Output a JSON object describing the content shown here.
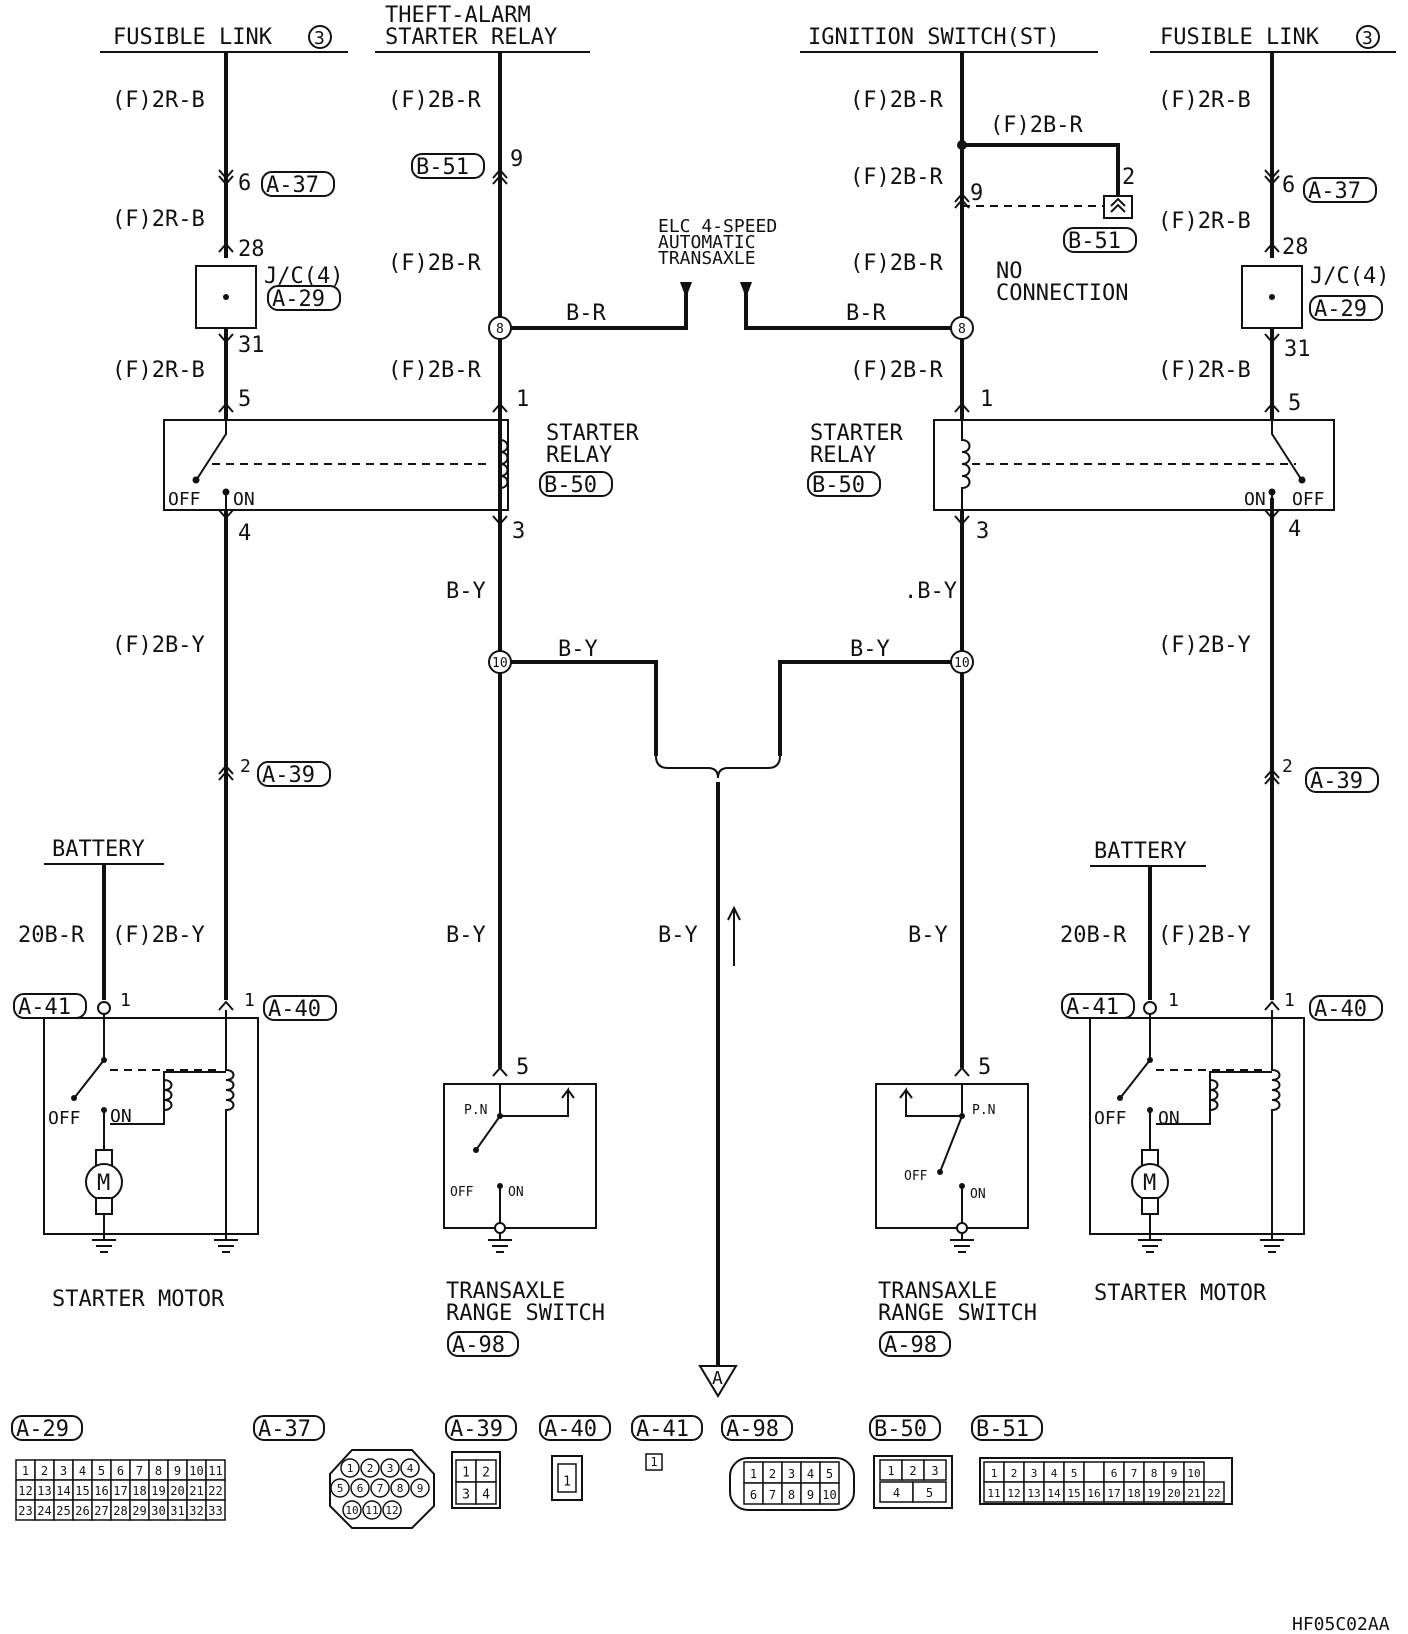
{
  "titles": {
    "fusible_link_left": "FUSIBLE LINK",
    "fusible_link_right": "FUSIBLE LINK",
    "fusible_num": "3",
    "theft_alarm_line1": "THEFT-ALARM",
    "theft_alarm_line2": "STARTER RELAY",
    "ignition_switch": "IGNITION SWITCH(ST)",
    "elc_line1": "ELC 4-SPEED",
    "elc_line2": "AUTOMATIC",
    "elc_line3": "TRANSAXLE",
    "no_connection_line1": "NO",
    "no_connection_line2": "CONNECTION",
    "starter_relay_line1": "STARTER",
    "starter_relay_line2": "RELAY",
    "battery": "BATTERY",
    "starter_motor": "STARTER MOTOR",
    "trs_line1": "TRANSAXLE",
    "trs_line2": "RANGE SWITCH",
    "jc": "J/C(4)"
  },
  "wires": {
    "f2rb": "(F)2R-B",
    "f2br": "(F)2B-R",
    "f2by": "(F)2B-Y",
    "br": "B-R",
    "by": "B-Y",
    "by_dot": ".B-Y",
    "b20r": "20B-R"
  },
  "pins": {
    "p1": "1",
    "p2": "2",
    "p3": "3",
    "p4": "4",
    "p5": "5",
    "p6": "6",
    "p9": "9",
    "p28": "28",
    "p31": "31",
    "n8": "8",
    "n10": "10"
  },
  "switch_labels": {
    "off": "OFF",
    "on": "ON",
    "pn": "P.N",
    "motor": "M"
  },
  "connectors": {
    "a29": "A-29",
    "a37": "A-37",
    "a39": "A-39",
    "a40": "A-40",
    "a41": "A-41",
    "a98": "A-98",
    "b50": "B-50",
    "b51": "B-51"
  },
  "ground_arrow": "A",
  "connector_views": {
    "a29_rows": [
      [
        "1",
        "2",
        "3",
        "4",
        "5",
        "6",
        "7",
        "8",
        "9",
        "10",
        "11"
      ],
      [
        "12",
        "13",
        "14",
        "15",
        "16",
        "17",
        "18",
        "19",
        "20",
        "21",
        "22"
      ],
      [
        "23",
        "24",
        "25",
        "26",
        "27",
        "28",
        "29",
        "30",
        "31",
        "32",
        "33"
      ]
    ],
    "a37_pins": [
      "1",
      "2",
      "3",
      "4",
      "5",
      "6",
      "7",
      "8",
      "9",
      "10",
      "11",
      "12"
    ],
    "a39_pins": [
      "1",
      "2",
      "3",
      "4"
    ],
    "a40_pins": [
      "1"
    ],
    "a41_pins": [
      "1"
    ],
    "a98_rows": [
      [
        "1",
        "2",
        "3",
        "4",
        "5"
      ],
      [
        "6",
        "7",
        "8",
        "9",
        "10"
      ]
    ],
    "b50_rows": [
      [
        "1",
        "2",
        "3"
      ],
      [
        "4",
        "5"
      ]
    ],
    "b51_rows": [
      [
        "1",
        "2",
        "3",
        "4",
        "5",
        "",
        "6",
        "7",
        "8",
        "9",
        "10"
      ],
      [
        "11",
        "12",
        "13",
        "14",
        "15",
        "16",
        "17",
        "18",
        "19",
        "20",
        "21",
        "22"
      ]
    ]
  },
  "figure_code": "HF05C02AA"
}
